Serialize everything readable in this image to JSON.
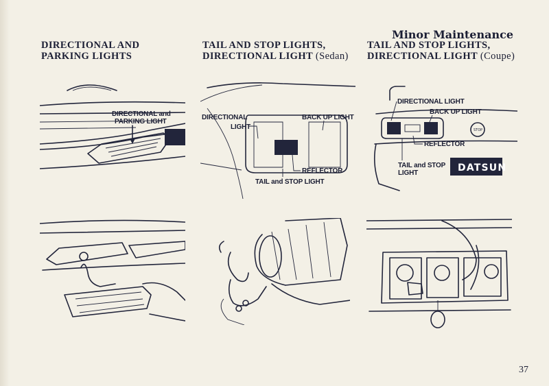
{
  "section_title": "Minor Maintenance",
  "page_number": "37",
  "columns": [
    {
      "line1": "DIRECTIONAL AND",
      "line2": "PARKING LIGHTS",
      "paren": ""
    },
    {
      "line1": "TAIL AND STOP LIGHTS,",
      "line2": "DIRECTIONAL LIGHT",
      "paren": "(Sedan)"
    },
    {
      "line1": "TAIL AND STOP LIGHTS,",
      "line2": "DIRECTIONAL LIGHT",
      "paren": "(Coupe)"
    }
  ],
  "figures": {
    "parking": {
      "label1": "DIRECTIONAL and",
      "label2": "PARKING LIGHT"
    },
    "sedan": {
      "directional1": "DIRECTIONAL",
      "directional2": "LIGHT",
      "backup": "BACK UP LIGHT",
      "reflector": "REFLECTOR",
      "tail": "TAIL and STOP LIGHT"
    },
    "coupe": {
      "directional": "DIRECTIONAL LIGHT",
      "backup": "BACK UP LIGHT",
      "reflector": "REFLECTOR",
      "tail1": "TAIL and STOP",
      "tail2": "LIGHT",
      "badge": "DATSUN",
      "stop_button": "STOP"
    }
  },
  "colors": {
    "ink": "#1b1e34",
    "paper": "#f3f0e6",
    "badge": "#1b1e34"
  }
}
